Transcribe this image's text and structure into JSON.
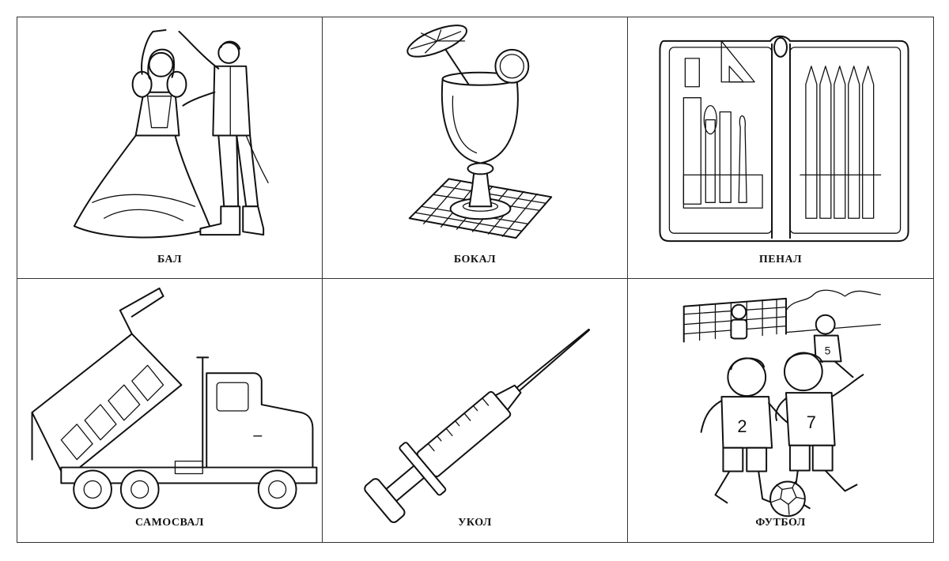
{
  "cards": [
    {
      "label": "БАЛ",
      "icon": "ball-dancers-icon"
    },
    {
      "label": "БОКАЛ",
      "icon": "goblet-icon"
    },
    {
      "label": "ПЕНАЛ",
      "icon": "pencil-case-icon"
    },
    {
      "label": "САМОСВАЛ",
      "icon": "dump-truck-icon"
    },
    {
      "label": "УКОЛ",
      "icon": "syringe-icon"
    },
    {
      "label": "ФУТБОЛ",
      "icon": "football-players-icon"
    }
  ],
  "jersey_numbers": [
    "2",
    "7",
    "5"
  ]
}
